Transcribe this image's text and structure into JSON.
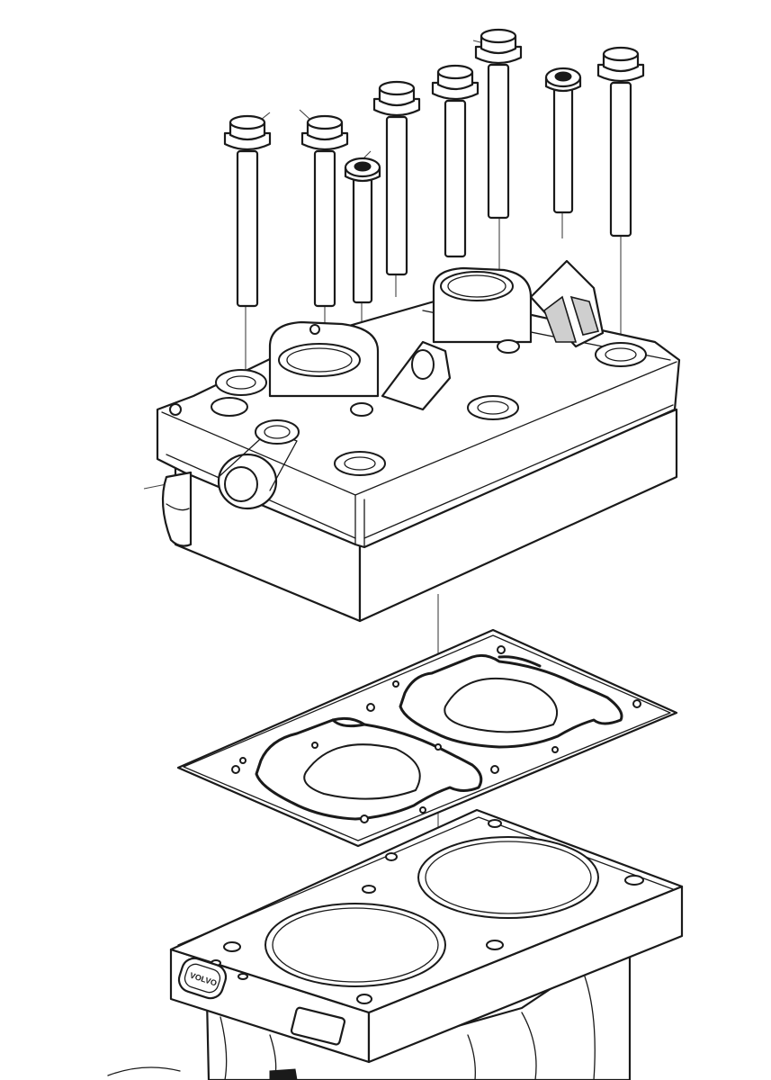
{
  "figure": {
    "parts": [
      {
        "name": "bolts",
        "count": 8
      },
      {
        "name": "cylinder-head"
      },
      {
        "name": "head-gasket"
      },
      {
        "name": "cylinder-block"
      }
    ],
    "emblem_text": "VOLVO"
  },
  "colors": {
    "line": "#1a1a1a",
    "background": "#ffffff",
    "gasket_bead": "#1a1a1a"
  }
}
